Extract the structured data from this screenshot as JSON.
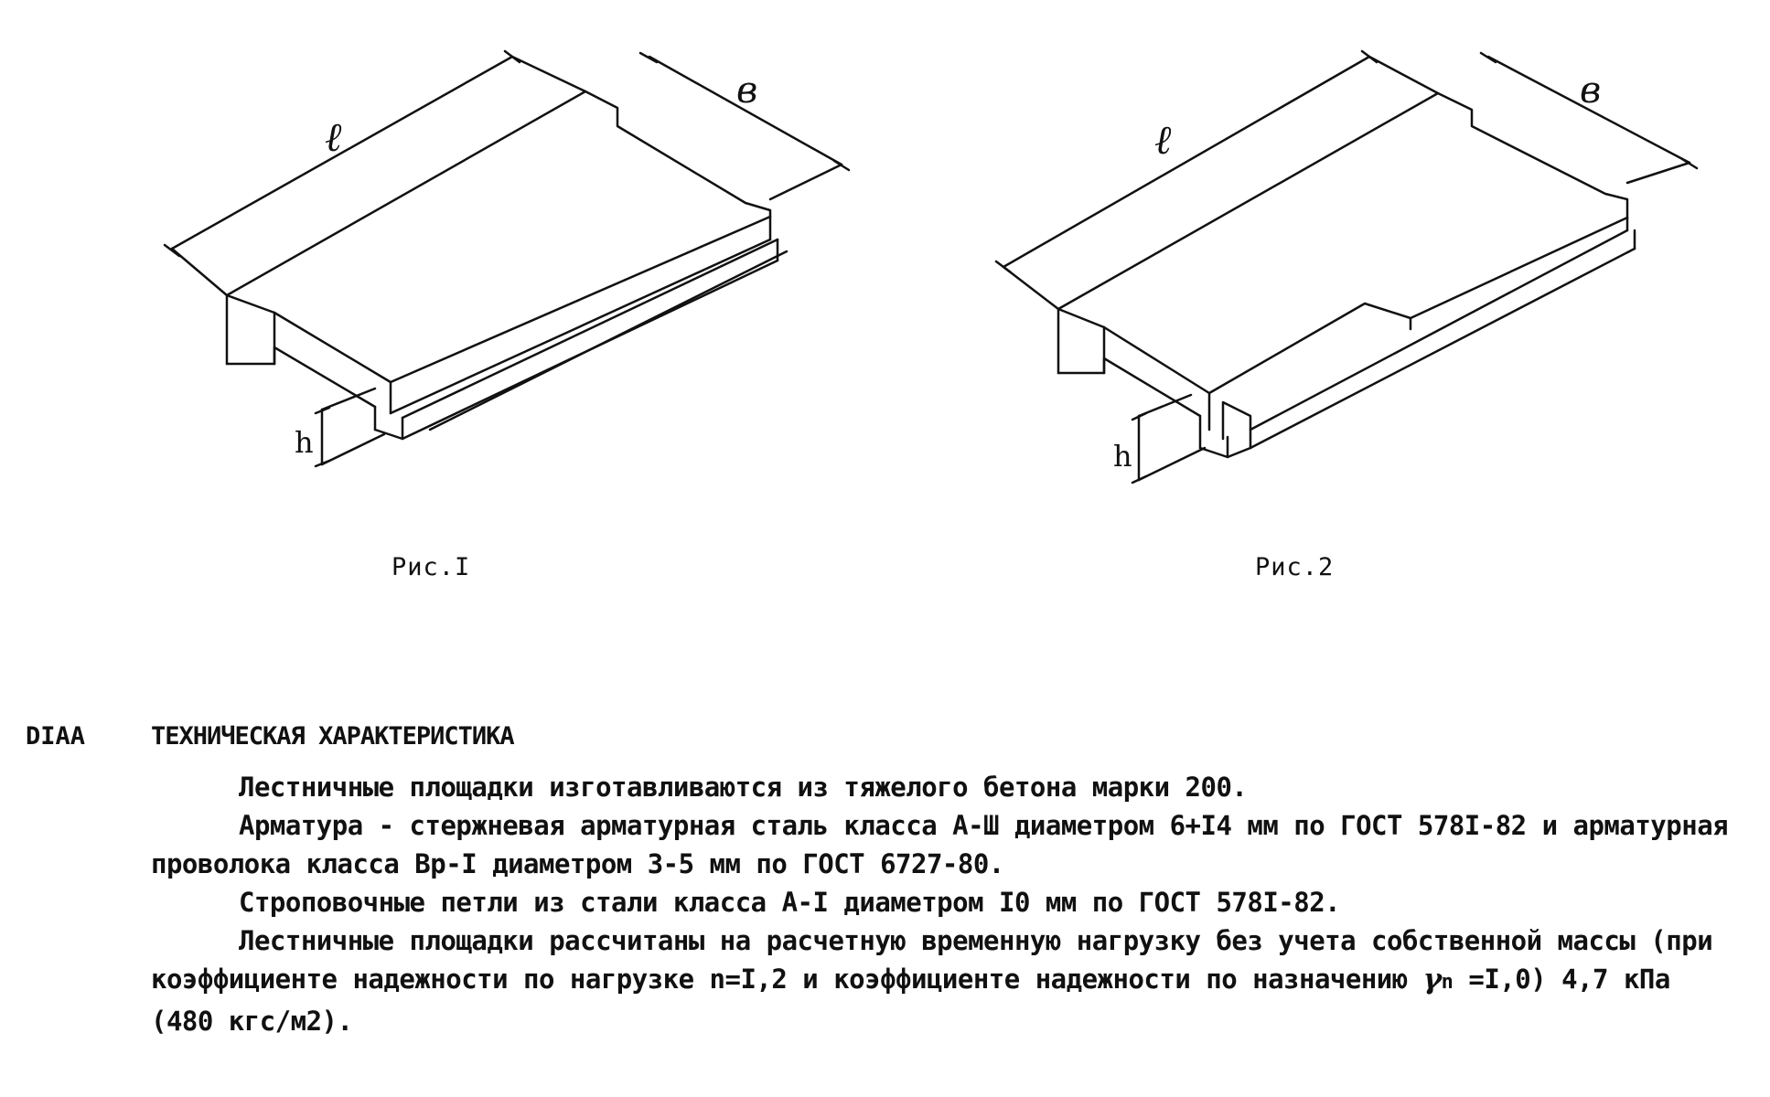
{
  "figures": [
    {
      "caption": "Рис.I",
      "dim_length": "ℓ",
      "dim_width": "в",
      "dim_height": "h"
    },
    {
      "caption": "Рис.2",
      "dim_length": "ℓ",
      "dim_width": "в",
      "dim_height": "h"
    }
  ],
  "spec": {
    "code": "DIAA",
    "title": "ТЕХНИЧЕСКАЯ ХАРАКТЕРИСТИКА",
    "p1": "Лестничные площадки изготавливаются из тяжелого бетона марки 200.",
    "p2": "Арматура - стержневая арматурная сталь класса А-Ш диаметром 6+I4 мм по ГОСТ 578I-82 и арматурная проволока класса Вр-I диаметром 3-5 мм по ГОСТ 6727-80.",
    "p3": "Строповочные петли из стали класса А-I диаметром I0 мм по ГОСТ 578I-82.",
    "p4_part1": "Лестничные площадки рассчитаны на расчетную временную нагрузку без учета собственной массы (при коэффициенте надежности по нагрузке  n=I,2 и коэффициенте надежности по назначению ",
    "p4_gamma": "γ",
    "p4_sub": "n",
    "p4_part2": " =I,0) 4,7 кПа (480 кгс/м2)."
  }
}
